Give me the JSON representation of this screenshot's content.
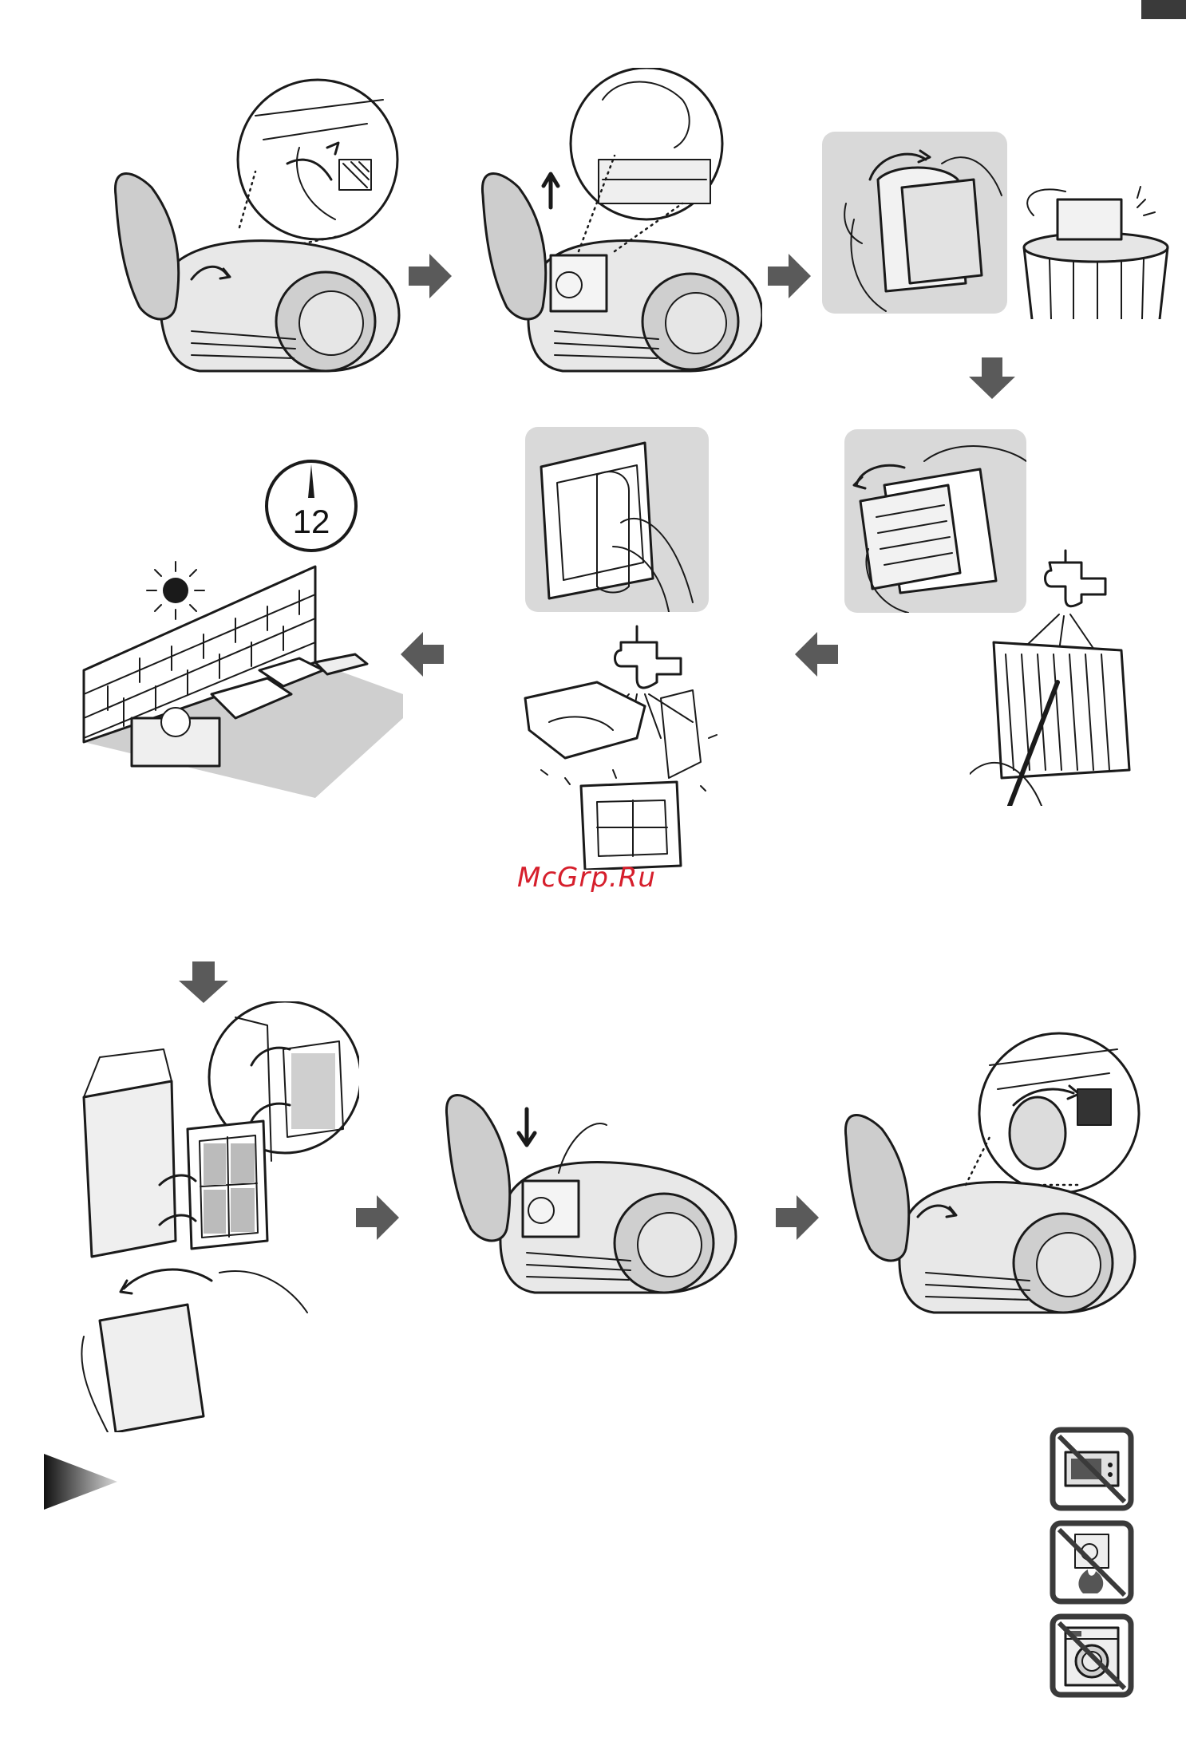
{
  "document": {
    "watermark": "McGrp.Ru",
    "clock_label": "12",
    "colors": {
      "arrow": "#5a5a5a",
      "panel": "#d9d9d9",
      "watermark": "#d61f2c",
      "ink": "#1a1a1a"
    },
    "steps": [
      {
        "id": "open-lid-lift-handle",
        "icon": "vacuum-lid-open-icon"
      },
      {
        "id": "remove-dust-container",
        "icon": "dust-container-remove-icon"
      },
      {
        "id": "empty-into-bin",
        "icon": "bin-empty-icon"
      },
      {
        "id": "remove-filter",
        "icon": "filter-remove-icon"
      },
      {
        "id": "rinse-filter",
        "icon": "water-tap-icon"
      },
      {
        "id": "remove-sponge",
        "icon": "sponge-remove-icon"
      },
      {
        "id": "rinse-parts",
        "icon": "water-tap-icon"
      },
      {
        "id": "dry-12-hours",
        "icon": "sun-icon"
      },
      {
        "id": "reassemble-filter",
        "icon": "filter-insert-icon"
      },
      {
        "id": "insert-container",
        "icon": "container-insert-icon"
      },
      {
        "id": "close-lid",
        "icon": "vacuum-lid-close-icon"
      }
    ],
    "warnings": [
      {
        "icon": "no-microwave-icon"
      },
      {
        "icon": "no-fire-icon"
      },
      {
        "icon": "no-washing-machine-icon"
      }
    ]
  }
}
